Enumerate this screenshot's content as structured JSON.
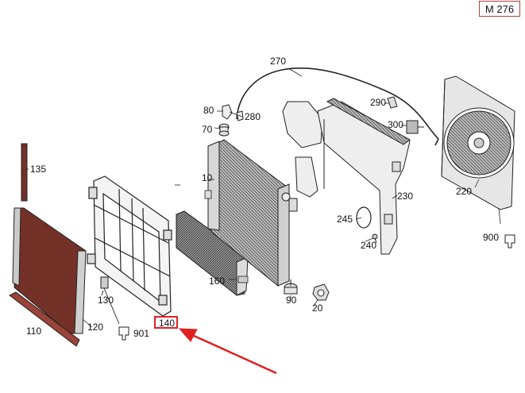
{
  "model": "M 276",
  "highlight": {
    "label": "140",
    "color": "#e02020"
  },
  "callouts": {
    "c270": "270",
    "c80": "80",
    "c280": "280",
    "c70": "70",
    "c290": "290",
    "c300": "300",
    "c135": "135",
    "c10": "10",
    "c220": "220",
    "c230": "230",
    "c245": "245",
    "c900": "900",
    "c240": "240",
    "c160": "160",
    "c130": "130",
    "c90": "90",
    "c20": "20",
    "c120": "120",
    "c110": "110",
    "c901": "901"
  }
}
